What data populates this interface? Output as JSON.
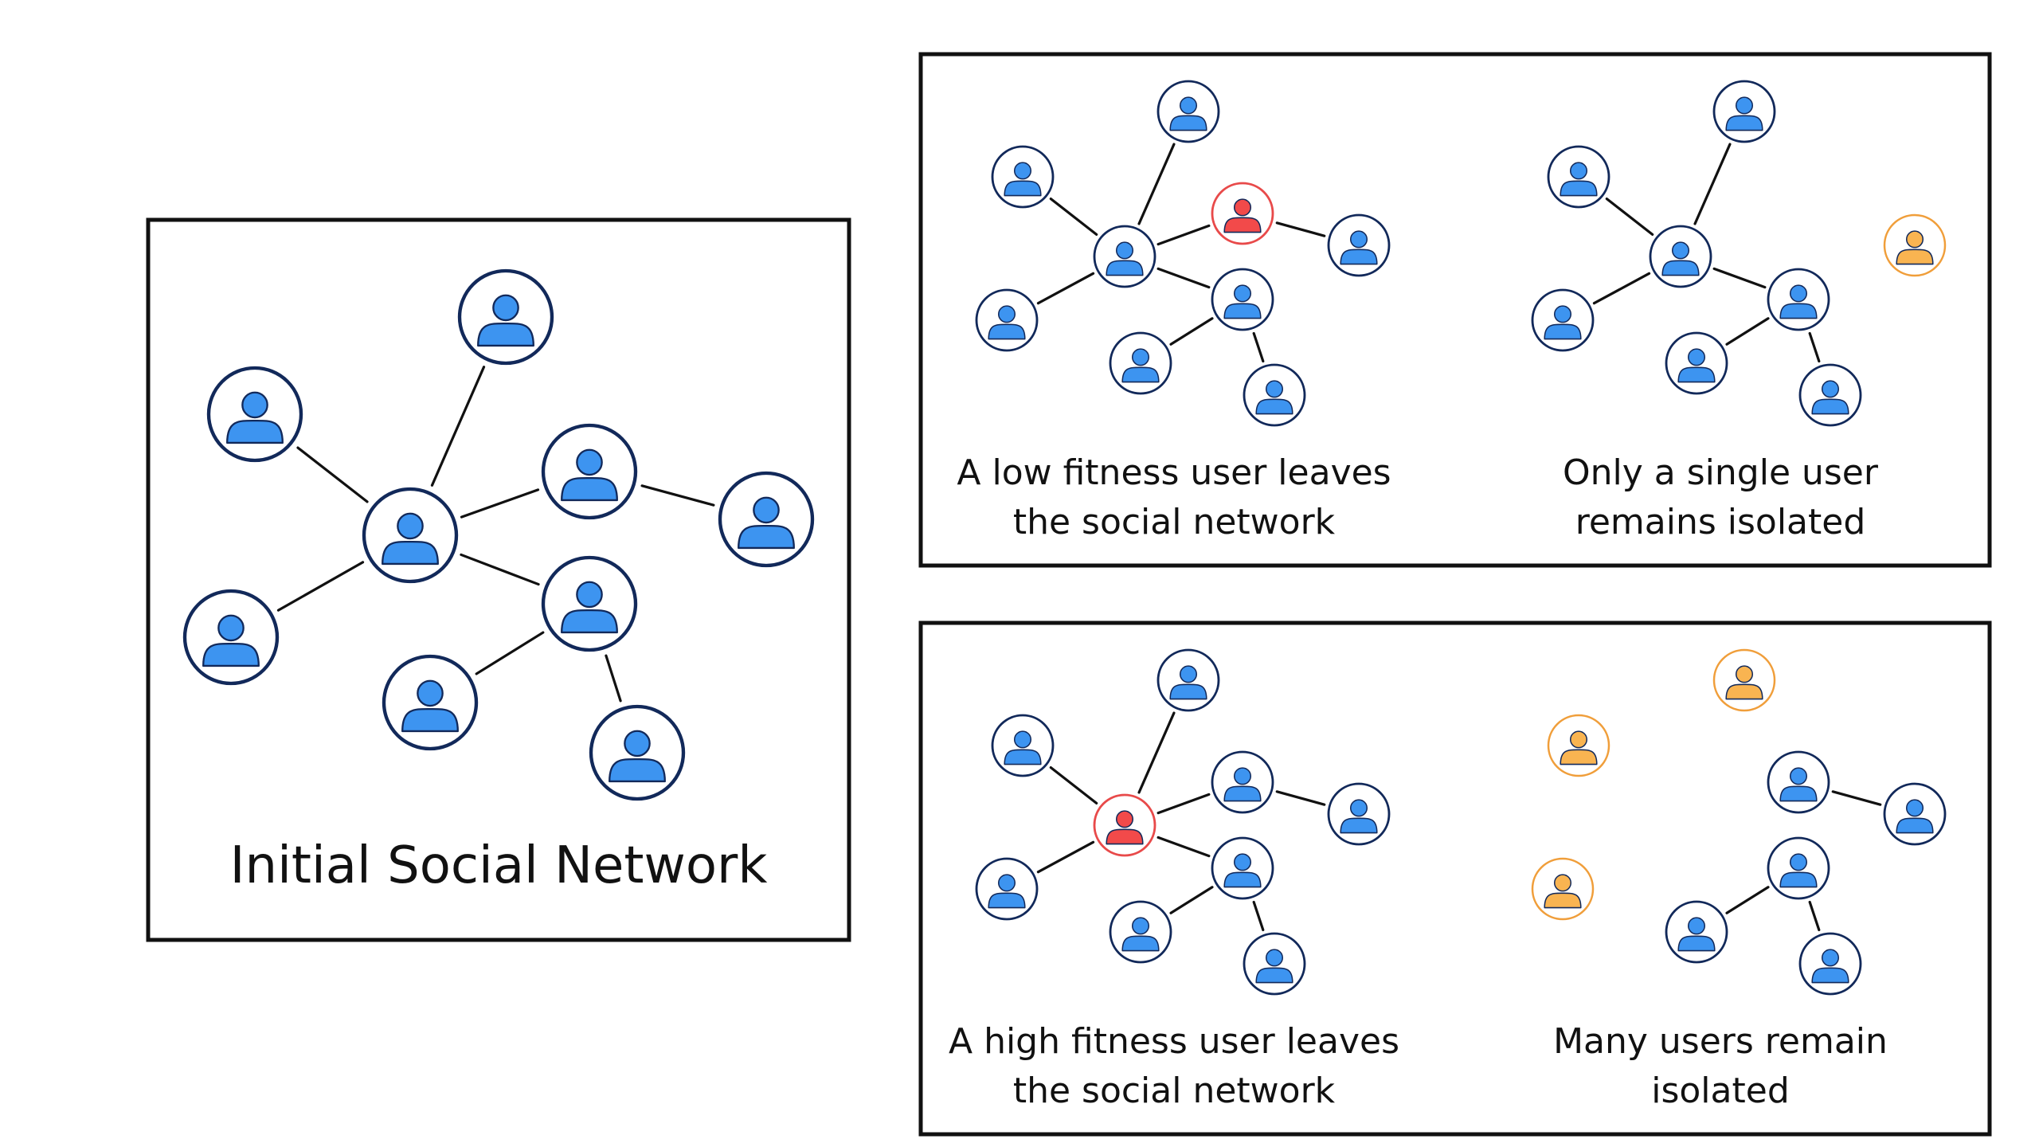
{
  "colors": {
    "background": "#ffffff",
    "frame": "#111111",
    "ring_default": "#12295a",
    "user_blue": "#3d94f0",
    "user_red": "#f24a4a",
    "ring_red": "#e84a4a",
    "user_orange": "#f9b451",
    "ring_orange": "#f09e3a"
  },
  "panels": [
    {
      "id": "initial",
      "captions": [
        "Initial Social Network"
      ],
      "nodes": [
        {
          "id": "hub",
          "status": "normal"
        },
        {
          "id": "top",
          "status": "normal"
        },
        {
          "id": "upper-left",
          "status": "normal"
        },
        {
          "id": "mid-right",
          "status": "normal"
        },
        {
          "id": "far-right",
          "status": "normal"
        },
        {
          "id": "lower-left",
          "status": "normal"
        },
        {
          "id": "lower-hub",
          "status": "normal"
        },
        {
          "id": "bottom-left",
          "status": "normal"
        },
        {
          "id": "bottom-right",
          "status": "normal"
        }
      ],
      "edges": [
        [
          "hub",
          "top"
        ],
        [
          "hub",
          "upper-left"
        ],
        [
          "hub",
          "mid-right"
        ],
        [
          "mid-right",
          "far-right"
        ],
        [
          "hub",
          "lower-left"
        ],
        [
          "hub",
          "lower-hub"
        ],
        [
          "lower-hub",
          "bottom-left"
        ],
        [
          "lower-hub",
          "bottom-right"
        ]
      ]
    },
    {
      "id": "low-fitness-leaves",
      "captions": [
        "A low fitness user leaves",
        "the social network"
      ],
      "nodes": [
        {
          "id": "hub",
          "status": "normal"
        },
        {
          "id": "top",
          "status": "normal"
        },
        {
          "id": "upper-left",
          "status": "normal"
        },
        {
          "id": "mid-right",
          "status": "leaving"
        },
        {
          "id": "far-right",
          "status": "normal"
        },
        {
          "id": "lower-left",
          "status": "normal"
        },
        {
          "id": "lower-hub",
          "status": "normal"
        },
        {
          "id": "bottom-left",
          "status": "normal"
        },
        {
          "id": "bottom-right",
          "status": "normal"
        }
      ],
      "edges": [
        [
          "hub",
          "top"
        ],
        [
          "hub",
          "upper-left"
        ],
        [
          "hub",
          "mid-right"
        ],
        [
          "mid-right",
          "far-right"
        ],
        [
          "hub",
          "lower-left"
        ],
        [
          "hub",
          "lower-hub"
        ],
        [
          "lower-hub",
          "bottom-left"
        ],
        [
          "lower-hub",
          "bottom-right"
        ]
      ]
    },
    {
      "id": "low-fitness-result",
      "captions": [
        "Only a single user",
        "remains isolated"
      ],
      "nodes": [
        {
          "id": "hub",
          "status": "normal"
        },
        {
          "id": "top",
          "status": "normal"
        },
        {
          "id": "upper-left",
          "status": "normal"
        },
        {
          "id": "far-right",
          "status": "isolated"
        },
        {
          "id": "lower-left",
          "status": "normal"
        },
        {
          "id": "lower-hub",
          "status": "normal"
        },
        {
          "id": "bottom-left",
          "status": "normal"
        },
        {
          "id": "bottom-right",
          "status": "normal"
        }
      ],
      "edges": [
        [
          "hub",
          "top"
        ],
        [
          "hub",
          "upper-left"
        ],
        [
          "hub",
          "lower-left"
        ],
        [
          "hub",
          "lower-hub"
        ],
        [
          "lower-hub",
          "bottom-left"
        ],
        [
          "lower-hub",
          "bottom-right"
        ]
      ]
    },
    {
      "id": "high-fitness-leaves",
      "captions": [
        "A high fitness user leaves",
        "the social network"
      ],
      "nodes": [
        {
          "id": "hub",
          "status": "leaving"
        },
        {
          "id": "top",
          "status": "normal"
        },
        {
          "id": "upper-left",
          "status": "normal"
        },
        {
          "id": "mid-right",
          "status": "normal"
        },
        {
          "id": "far-right",
          "status": "normal"
        },
        {
          "id": "lower-left",
          "status": "normal"
        },
        {
          "id": "lower-hub",
          "status": "normal"
        },
        {
          "id": "bottom-left",
          "status": "normal"
        },
        {
          "id": "bottom-right",
          "status": "normal"
        }
      ],
      "edges": [
        [
          "hub",
          "top"
        ],
        [
          "hub",
          "upper-left"
        ],
        [
          "hub",
          "mid-right"
        ],
        [
          "mid-right",
          "far-right"
        ],
        [
          "hub",
          "lower-left"
        ],
        [
          "hub",
          "lower-hub"
        ],
        [
          "lower-hub",
          "bottom-left"
        ],
        [
          "lower-hub",
          "bottom-right"
        ]
      ]
    },
    {
      "id": "high-fitness-result",
      "captions": [
        "Many users remain",
        "isolated"
      ],
      "nodes": [
        {
          "id": "top",
          "status": "isolated"
        },
        {
          "id": "upper-left",
          "status": "isolated"
        },
        {
          "id": "lower-left",
          "status": "isolated"
        },
        {
          "id": "mid-right",
          "status": "normal"
        },
        {
          "id": "far-right",
          "status": "normal"
        },
        {
          "id": "lower-hub",
          "status": "normal"
        },
        {
          "id": "bottom-left",
          "status": "normal"
        },
        {
          "id": "bottom-right",
          "status": "normal"
        }
      ],
      "edges": [
        [
          "mid-right",
          "far-right"
        ],
        [
          "lower-hub",
          "bottom-left"
        ],
        [
          "lower-hub",
          "bottom-right"
        ]
      ]
    }
  ]
}
